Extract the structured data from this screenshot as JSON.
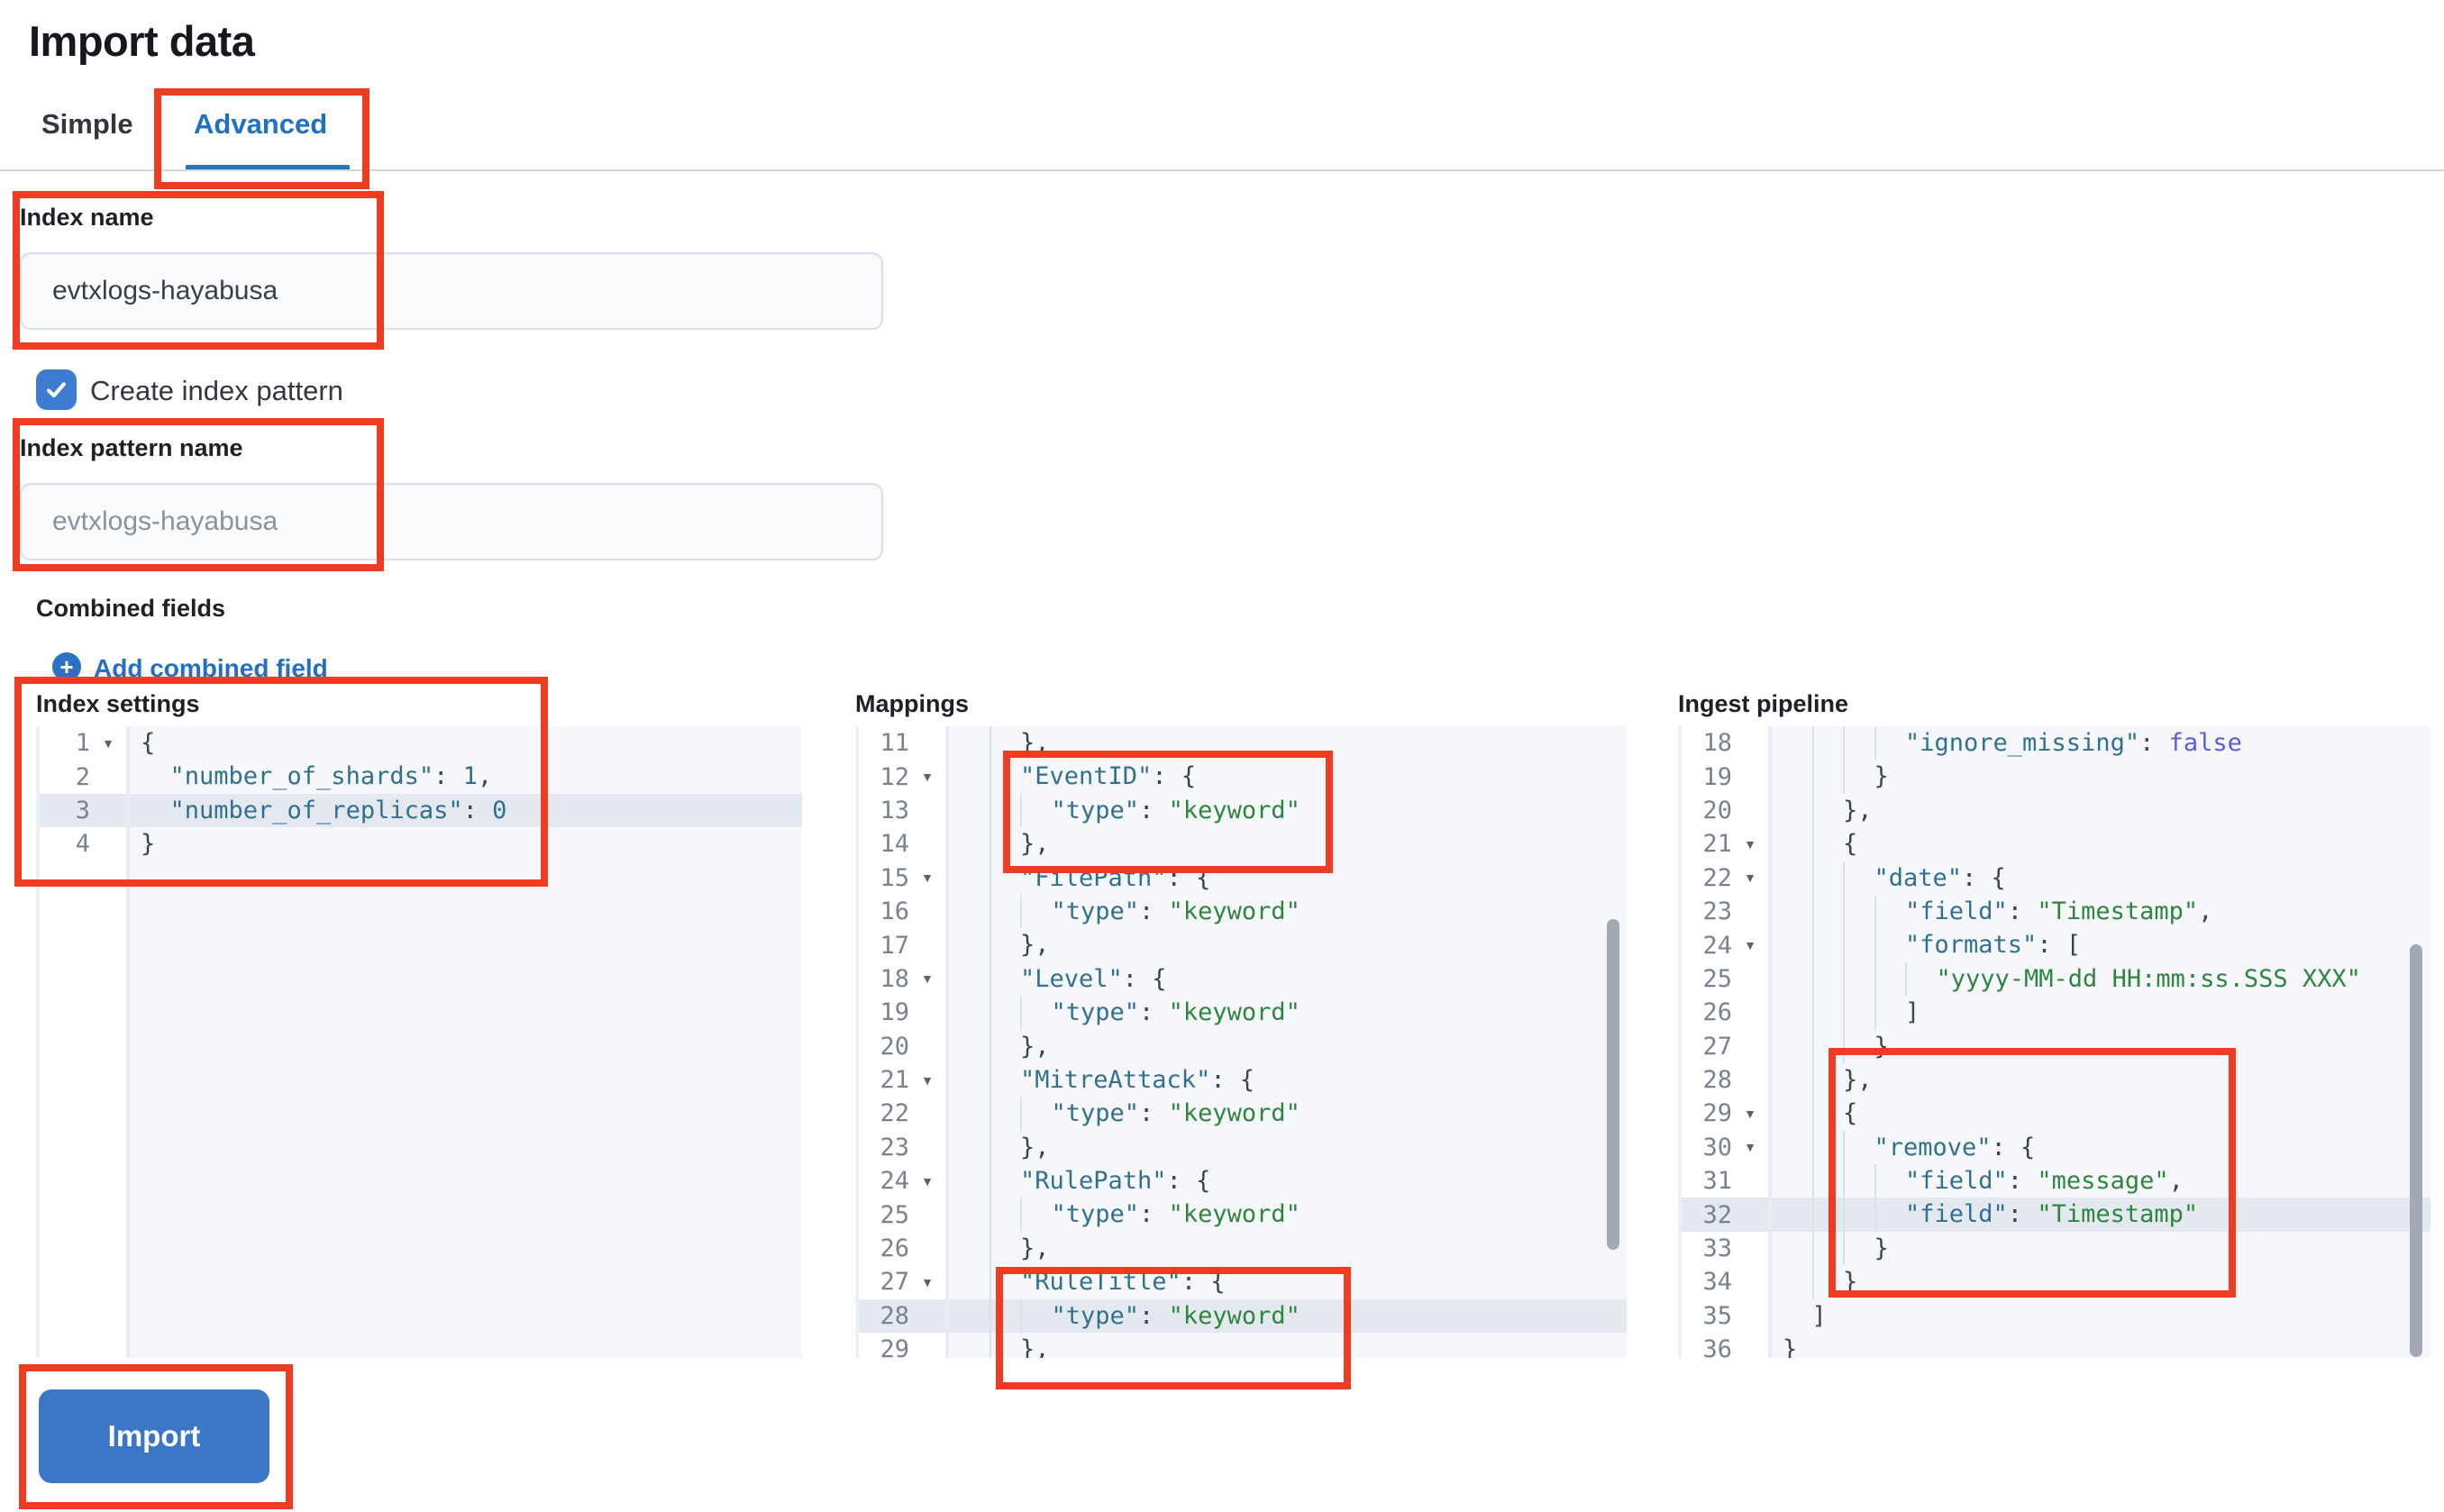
{
  "page": {
    "title": "Import data"
  },
  "tabs": {
    "simple": "Simple",
    "advanced": "Advanced",
    "selected": "Advanced"
  },
  "form": {
    "index_name": {
      "label": "Index name",
      "value": "evtxlogs-hayabusa"
    },
    "create_index_pattern": {
      "label": "Create index pattern",
      "checked": true
    },
    "index_pattern_name": {
      "label": "Index pattern name",
      "placeholder": "evtxlogs-hayabusa",
      "value": ""
    },
    "combined_fields": {
      "label": "Combined fields",
      "add_link": "Add combined field"
    }
  },
  "editors": [
    {
      "id": "index-settings",
      "label": "Index settings",
      "lines": [
        {
          "n": 1,
          "f": 1,
          "d": 0,
          "a": 0,
          "t": [
            [
              "p",
              "{"
            ]
          ]
        },
        {
          "n": 2,
          "f": 0,
          "d": 1,
          "a": 0,
          "t": [
            [
              "k",
              "\"number_of_shards\""
            ],
            [
              "p",
              ": "
            ],
            [
              "n",
              "1"
            ],
            [
              "p",
              ","
            ]
          ]
        },
        {
          "n": 3,
          "f": 0,
          "d": 1,
          "a": 1,
          "t": [
            [
              "k",
              "\"number_of_replicas\""
            ],
            [
              "p",
              ": "
            ],
            [
              "n",
              "0"
            ]
          ]
        },
        {
          "n": 4,
          "f": 0,
          "d": 0,
          "a": 0,
          "t": [
            [
              "p",
              "}"
            ]
          ]
        }
      ]
    },
    {
      "id": "mappings",
      "label": "Mappings",
      "lines": [
        {
          "n": 11,
          "f": 0,
          "d": 2,
          "a": 0,
          "t": [
            [
              "p",
              "},"
            ]
          ]
        },
        {
          "n": 12,
          "f": 1,
          "d": 2,
          "a": 0,
          "t": [
            [
              "k",
              "\"EventID\""
            ],
            [
              "p",
              ": {"
            ]
          ]
        },
        {
          "n": 13,
          "f": 0,
          "d": 3,
          "a": 0,
          "t": [
            [
              "k",
              "\"type\""
            ],
            [
              "p",
              ": "
            ],
            [
              "s",
              "\"keyword\""
            ]
          ]
        },
        {
          "n": 14,
          "f": 0,
          "d": 2,
          "a": 0,
          "t": [
            [
              "p",
              "},"
            ]
          ]
        },
        {
          "n": 15,
          "f": 1,
          "d": 2,
          "a": 0,
          "t": [
            [
              "k",
              "\"FilePath\""
            ],
            [
              "p",
              ": {"
            ]
          ]
        },
        {
          "n": 16,
          "f": 0,
          "d": 3,
          "a": 0,
          "t": [
            [
              "k",
              "\"type\""
            ],
            [
              "p",
              ": "
            ],
            [
              "s",
              "\"keyword\""
            ]
          ]
        },
        {
          "n": 17,
          "f": 0,
          "d": 2,
          "a": 0,
          "t": [
            [
              "p",
              "},"
            ]
          ]
        },
        {
          "n": 18,
          "f": 1,
          "d": 2,
          "a": 0,
          "t": [
            [
              "k",
              "\"Level\""
            ],
            [
              "p",
              ": {"
            ]
          ]
        },
        {
          "n": 19,
          "f": 0,
          "d": 3,
          "a": 0,
          "t": [
            [
              "k",
              "\"type\""
            ],
            [
              "p",
              ": "
            ],
            [
              "s",
              "\"keyword\""
            ]
          ]
        },
        {
          "n": 20,
          "f": 0,
          "d": 2,
          "a": 0,
          "t": [
            [
              "p",
              "},"
            ]
          ]
        },
        {
          "n": 21,
          "f": 1,
          "d": 2,
          "a": 0,
          "t": [
            [
              "k",
              "\"MitreAttack\""
            ],
            [
              "p",
              ": {"
            ]
          ]
        },
        {
          "n": 22,
          "f": 0,
          "d": 3,
          "a": 0,
          "t": [
            [
              "k",
              "\"type\""
            ],
            [
              "p",
              ": "
            ],
            [
              "s",
              "\"keyword\""
            ]
          ]
        },
        {
          "n": 23,
          "f": 0,
          "d": 2,
          "a": 0,
          "t": [
            [
              "p",
              "},"
            ]
          ]
        },
        {
          "n": 24,
          "f": 1,
          "d": 2,
          "a": 0,
          "t": [
            [
              "k",
              "\"RulePath\""
            ],
            [
              "p",
              ": {"
            ]
          ]
        },
        {
          "n": 25,
          "f": 0,
          "d": 3,
          "a": 0,
          "t": [
            [
              "k",
              "\"type\""
            ],
            [
              "p",
              ": "
            ],
            [
              "s",
              "\"keyword\""
            ]
          ]
        },
        {
          "n": 26,
          "f": 0,
          "d": 2,
          "a": 0,
          "t": [
            [
              "p",
              "},"
            ]
          ]
        },
        {
          "n": 27,
          "f": 1,
          "d": 2,
          "a": 0,
          "t": [
            [
              "k",
              "\"RuleTitle\""
            ],
            [
              "p",
              ": {"
            ]
          ]
        },
        {
          "n": 28,
          "f": 0,
          "d": 3,
          "a": 1,
          "t": [
            [
              "k",
              "\"type\""
            ],
            [
              "p",
              ": "
            ],
            [
              "s",
              "\"keyword\""
            ]
          ]
        },
        {
          "n": 29,
          "f": 0,
          "d": 2,
          "a": 0,
          "t": [
            [
              "p",
              "},"
            ]
          ]
        }
      ]
    },
    {
      "id": "ingest-pipeline",
      "label": "Ingest pipeline",
      "lines": [
        {
          "n": 18,
          "f": 0,
          "d": 4,
          "a": 0,
          "t": [
            [
              "k",
              "\"ignore_missing\""
            ],
            [
              "p",
              ": "
            ],
            [
              "b",
              "false"
            ]
          ]
        },
        {
          "n": 19,
          "f": 0,
          "d": 3,
          "a": 0,
          "t": [
            [
              "p",
              "}"
            ]
          ]
        },
        {
          "n": 20,
          "f": 0,
          "d": 2,
          "a": 0,
          "t": [
            [
              "p",
              "},"
            ]
          ]
        },
        {
          "n": 21,
          "f": 1,
          "d": 2,
          "a": 0,
          "t": [
            [
              "p",
              "{"
            ]
          ]
        },
        {
          "n": 22,
          "f": 1,
          "d": 3,
          "a": 0,
          "t": [
            [
              "k",
              "\"date\""
            ],
            [
              "p",
              ": {"
            ]
          ]
        },
        {
          "n": 23,
          "f": 0,
          "d": 4,
          "a": 0,
          "t": [
            [
              "k",
              "\"field\""
            ],
            [
              "p",
              ": "
            ],
            [
              "s",
              "\"Timestamp\""
            ],
            [
              "p",
              ","
            ]
          ]
        },
        {
          "n": 24,
          "f": 1,
          "d": 4,
          "a": 0,
          "t": [
            [
              "k",
              "\"formats\""
            ],
            [
              "p",
              ": ["
            ]
          ]
        },
        {
          "n": 25,
          "f": 0,
          "d": 5,
          "a": 0,
          "t": [
            [
              "s",
              "\"yyyy-MM-dd HH:mm:ss.SSS XXX\""
            ]
          ]
        },
        {
          "n": 26,
          "f": 0,
          "d": 4,
          "a": 0,
          "t": [
            [
              "p",
              "]"
            ]
          ]
        },
        {
          "n": 27,
          "f": 0,
          "d": 3,
          "a": 0,
          "t": [
            [
              "p",
              "}"
            ]
          ]
        },
        {
          "n": 28,
          "f": 0,
          "d": 2,
          "a": 0,
          "t": [
            [
              "p",
              "},"
            ]
          ]
        },
        {
          "n": 29,
          "f": 1,
          "d": 2,
          "a": 0,
          "t": [
            [
              "p",
              "{"
            ]
          ]
        },
        {
          "n": 30,
          "f": 1,
          "d": 3,
          "a": 0,
          "t": [
            [
              "k",
              "\"remove\""
            ],
            [
              "p",
              ": {"
            ]
          ]
        },
        {
          "n": 31,
          "f": 0,
          "d": 4,
          "a": 0,
          "t": [
            [
              "k",
              "\"field\""
            ],
            [
              "p",
              ": "
            ],
            [
              "s",
              "\"message\""
            ],
            [
              "p",
              ","
            ]
          ]
        },
        {
          "n": 32,
          "f": 0,
          "d": 4,
          "a": 1,
          "t": [
            [
              "k",
              "\"field\""
            ],
            [
              "p",
              ": "
            ],
            [
              "s",
              "\"Timestamp\""
            ]
          ]
        },
        {
          "n": 33,
          "f": 0,
          "d": 3,
          "a": 0,
          "t": [
            [
              "p",
              "}"
            ]
          ]
        },
        {
          "n": 34,
          "f": 0,
          "d": 2,
          "a": 0,
          "t": [
            [
              "p",
              "}"
            ]
          ]
        },
        {
          "n": 35,
          "f": 0,
          "d": 1,
          "a": 0,
          "t": [
            [
              "p",
              "]"
            ]
          ]
        },
        {
          "n": 36,
          "f": 0,
          "d": 0,
          "a": 0,
          "t": [
            [
              "p",
              "}"
            ]
          ]
        }
      ]
    }
  ],
  "import_button": {
    "label": "Import"
  },
  "icons": {
    "checkbox_check": "check-icon",
    "add_combined": "plus-circle-icon",
    "code_fold": "chevron-down-icon"
  },
  "colors": {
    "annotation_red": "#ee3b22",
    "link_blue": "#2170c7",
    "tab_underline_blue": "#2b71bd",
    "checkbox_blue": "#3d7cd0",
    "button_blue": "#3b76c7",
    "syntax_key": "#31708f",
    "syntax_string": "#2e8540",
    "syntax_number": "#31708f",
    "syntax_boolean": "#5a5ce0",
    "syntax_punctuation": "#3f434c",
    "editor_background": "#f5f7fa",
    "active_line": "#e4e9f0"
  }
}
